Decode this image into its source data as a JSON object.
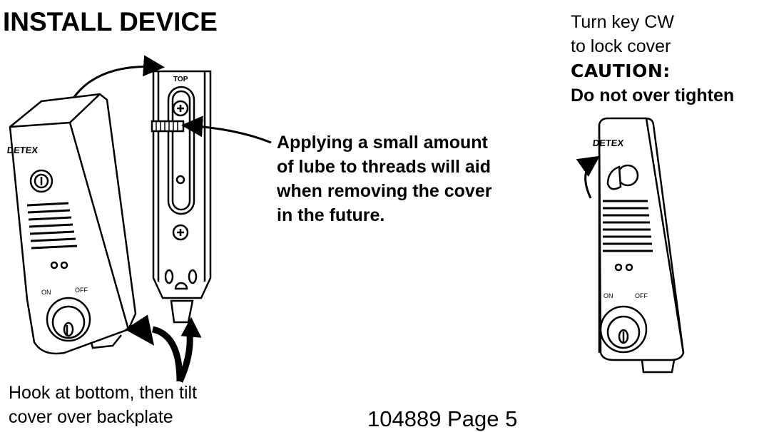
{
  "heading": "INSTALL DEVICE",
  "lube_note": {
    "lines": [
      "Applying a small amount",
      "of lube to threads will aid",
      "when removing the cover",
      "in the future."
    ]
  },
  "lock_note": {
    "line1": "Turn key CW",
    "line2": "to lock cover",
    "caution": "CAUTION:",
    "warning": "Do not over tighten"
  },
  "hook_note": {
    "line1": "Hook at bottom, then tilt",
    "line2": "cover over backplate"
  },
  "footer": "104889 Page 5",
  "device_labels": {
    "brand": "DETEX",
    "top_label": "TOP",
    "switch_on": "ON",
    "switch_off": "OFF"
  }
}
